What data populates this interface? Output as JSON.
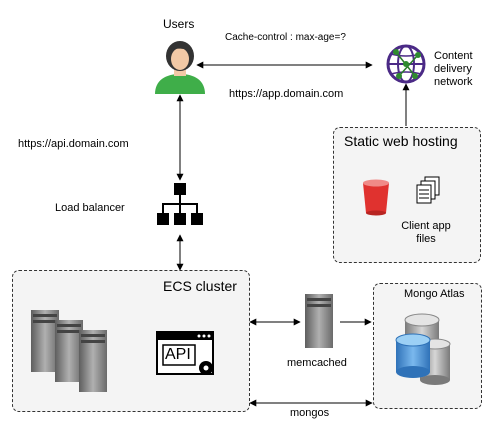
{
  "users": {
    "label": "Users"
  },
  "cache_control": {
    "label": "Cache-control : max-age=?"
  },
  "cdn": {
    "label_lines": [
      "Content",
      "delivery",
      "network"
    ]
  },
  "app_url": {
    "label": "https://app.domain.com"
  },
  "api_url": {
    "label": "https://api.domain.com"
  },
  "load_balancer": {
    "label": "Load balancer"
  },
  "static_hosting": {
    "title": "Static web hosting",
    "files_label_lines": [
      "Client app",
      "files"
    ]
  },
  "ecs_cluster": {
    "title": "ECS cluster",
    "api_text": "API"
  },
  "memcached": {
    "label": "memcached"
  },
  "mongo_atlas": {
    "title": "Mongo Atlas"
  },
  "mongos": {
    "label": "mongos"
  },
  "colors": {
    "user_green": "#3fae49",
    "bucket_red": "#e0322f",
    "db_blue": "#3d8fd6",
    "server_gray": "#8a8a8a",
    "globe_purple": "#4b2a86"
  }
}
